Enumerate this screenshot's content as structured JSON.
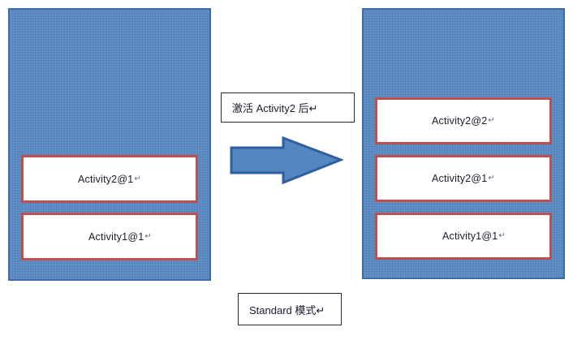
{
  "diagram": {
    "title_caption": "Standard 模式↵",
    "transition_caption": "激活 Activity2 后↵",
    "colors": {
      "panel_fill": "#4a7ebb",
      "panel_border": "#3c6ba5",
      "activity_border": "#c0504d",
      "activity_fill": "#ffffff",
      "arrow_fill": "#4a7ebb",
      "arrow_border": "#2e5f9e",
      "caption_border": "#2b2b2b",
      "text": "#1a1a2e"
    },
    "before": {
      "name": "task-stack-before",
      "activities": [
        {
          "label": "Activity2@1",
          "mark": "↵"
        },
        {
          "label": "Activity1@1",
          "mark": "↵"
        }
      ]
    },
    "after": {
      "name": "task-stack-after",
      "activities": [
        {
          "label": "Activity2@2",
          "mark": "↵"
        },
        {
          "label": "Activity2@1",
          "mark": "↵"
        },
        {
          "label": "Activity1@1",
          "mark": "↵"
        }
      ]
    },
    "arrow": {
      "icon": "right-arrow-icon",
      "direction": "right"
    }
  }
}
